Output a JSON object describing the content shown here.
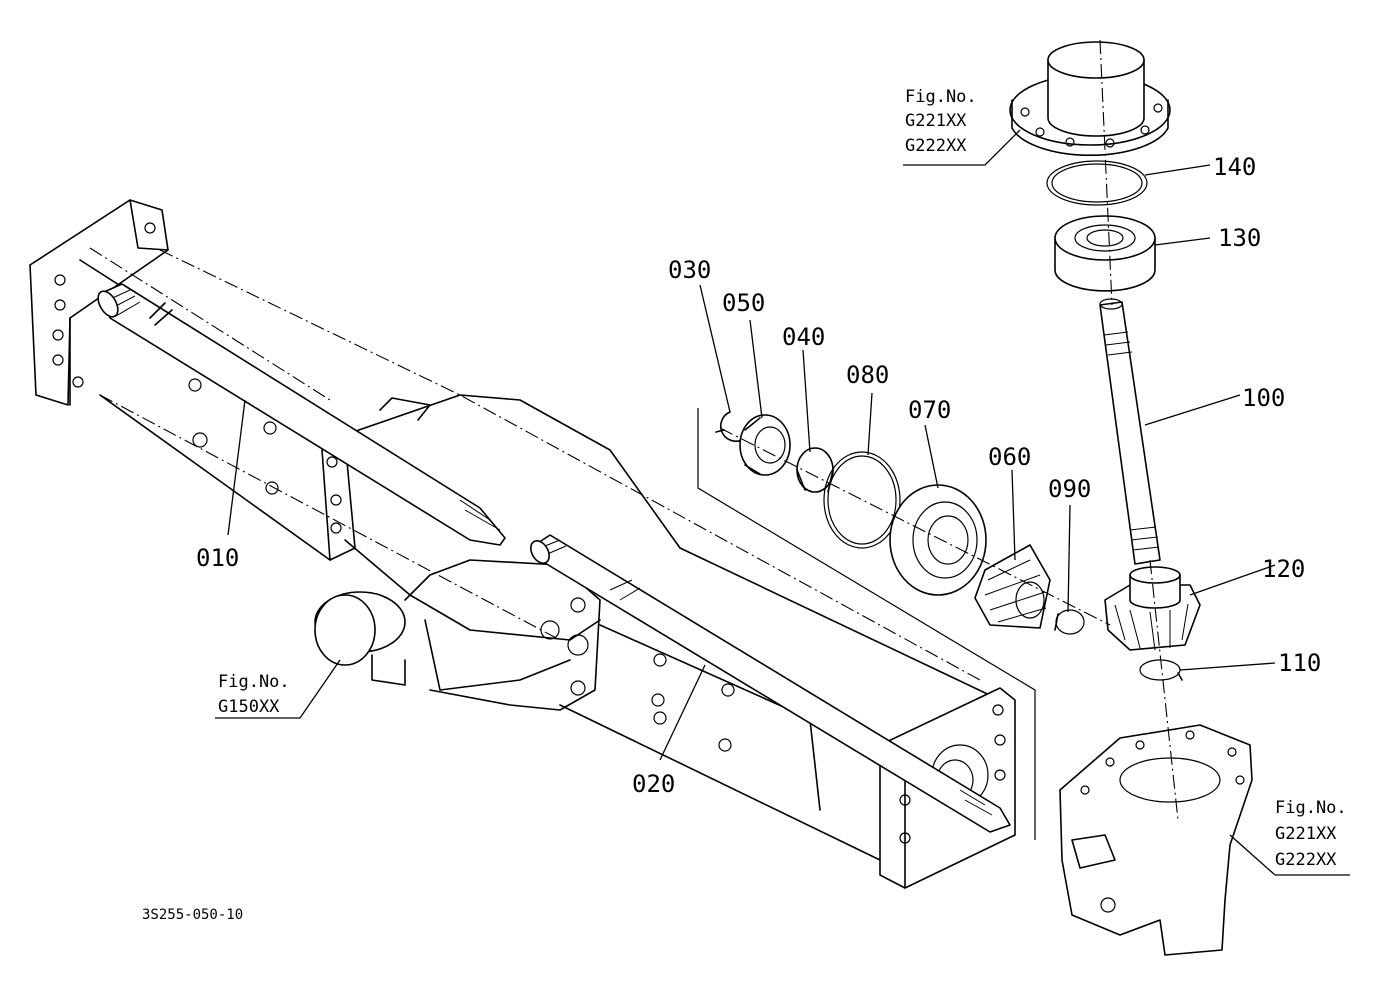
{
  "part_labels": [
    {
      "id": "010",
      "text": "010"
    },
    {
      "id": "020",
      "text": "020"
    },
    {
      "id": "030",
      "text": "030"
    },
    {
      "id": "040",
      "text": "040"
    },
    {
      "id": "050",
      "text": "050"
    },
    {
      "id": "060",
      "text": "060"
    },
    {
      "id": "070",
      "text": "070"
    },
    {
      "id": "080",
      "text": "080"
    },
    {
      "id": "090",
      "text": "090"
    },
    {
      "id": "100",
      "text": "100"
    },
    {
      "id": "110",
      "text": "110"
    },
    {
      "id": "120",
      "text": "120"
    },
    {
      "id": "130",
      "text": "130"
    },
    {
      "id": "140",
      "text": "140"
    }
  ],
  "figure_refs": {
    "top": {
      "line1": "Fig.No.",
      "line2": "G221XX",
      "line3": "G222XX"
    },
    "left": {
      "line1": "Fig.No.",
      "line2": "G150XX"
    },
    "right": {
      "line1": "Fig.No.",
      "line2": "G221XX",
      "line3": "G222XX"
    }
  },
  "drawing_code": "3S255-050-10"
}
